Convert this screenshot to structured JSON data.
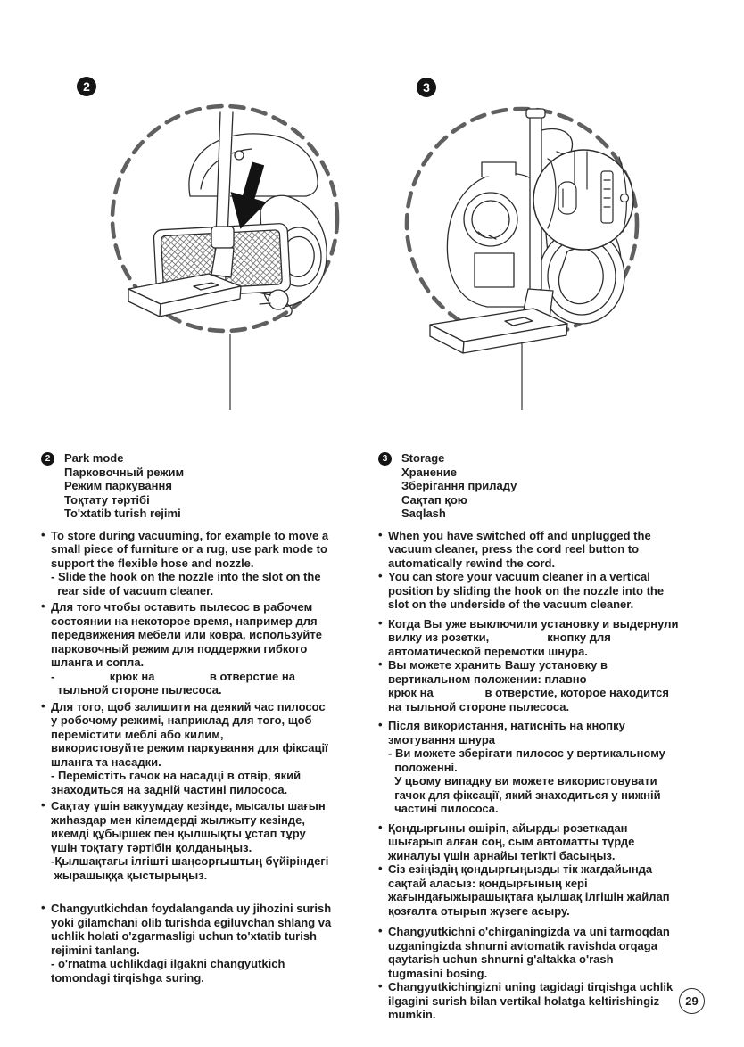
{
  "page_number": "29",
  "bullet_glyph": "•",
  "figure2_badge": "2",
  "figure3_badge": "3",
  "left": {
    "marker": "2",
    "heading": [
      "Park mode",
      "Парковочный режим",
      "Режим паркування",
      "Тоқтату тәртібі",
      "To'xtatib turish rejimi"
    ],
    "bullets": [
      "To store during vacuuming, for example to move a\nsmall piece of furniture or a rug, use park mode to\nsupport the flexible hose and nozzle.\n- Slide the hook on the nozzle into the slot on the\n  rear side of vacuum cleaner.",
      "Для того чтобы оставить пылесос в рабочем\nсостоянии на некоторое время, например для\nпередвижения мебели или ковра, используйте\nпарковочный режим для поддержки гибкого\nшланга и сопла.\n-                 крюк на                 в отверстие на\n  тыльной стороне пылесоса.",
      "Для того, щоб залишити на деякий час пилосос\nу робочому режимі, наприклад для того, щоб\nперемістити меблі або килим,\nвикористовуйте режим паркування для фіксації\nшланга та насадки.\n- Перемістіть гачок на насадці в отвір, який\nзнаходиться на задній частині пилососа.",
      "Сақтау үшін вакуумдау кезінде, мысалы шағын\nжиһаздар мен кілемдерді жылжыту кезінде,\nикемді құбыршек пен қылшықты ұстап тұру\nүшін тоқтату тәртібін қолданыңыз.\n-Қылшақтағы ілгішті шаңсорғыштың бүйіріндегі\n жырашыққа қыстырыңыз.",
      "Changyutkichdan foydalanganda uy jihozini surish\nyoki gilamchani olib turishda egiluvchan shlang va\nuchlik holati o'zgarmasligi uchun to'xtatib turish\nrejimini tanlang.\n- o'rnatma uchlikdagi ilgakni changyutkich\ntomondagi tirqishga suring."
    ]
  },
  "right": {
    "marker": "3",
    "heading": [
      "Storage",
      "Хранение",
      "Зберігання приладу",
      "Сақтап қою",
      "Saqlash"
    ],
    "bullets": [
      "When you have switched off and unplugged the\nvacuum cleaner, press the cord reel button to\nautomatically rewind the cord.",
      "You can store your vacuum cleaner in a vertical\nposition by sliding the hook on the nozzle into the\nslot on the underside of the vacuum cleaner.",
      "Когда Вы уже выключили установку и выдернули\nвилку из розетки,                  кнопку для\nавтоматической перемотки шнура.",
      "Вы можете хранить Вашу установку в\nвертикальном положении: плавно\nкрюк на                в отверстие, которое находится\nна тыльной стороне пылесоса.",
      "Після використання, натисніть на кнопку\nзмотування шнура\n- Ви можете зберігати пилосос у вертикальному\n  положенні.\n  У цьому випадку ви можете використовувати\n  гачок для фіксації, який знаходиться у нижній\n  частині пилососа.",
      "Қондырғыны өшіріп, айырды розеткадан\nшығарып алған соң, сым автоматты түрде\nжиналуы үшін арнайы тетікті басыңыз.",
      "Сіз езіңіздің қондырғыңызды тік жағдайында\nсақтай аласыз: қондырғының кері\nжағындағыжырашықтаға қылшақ ілгішін жайлап\nқозғалта отырып жүзеге асыру.",
      "Changyutkichni o'chirganingizda va uni tarmoqdan\nuzganingizda shnurni avtomatik ravishda orqaga\nqaytarish uchun shnurni g'altakka o'rash\ntugmasini bosing.",
      "Changyutkichingizni uning tagidagi tirqishga uchlik\nilgagini surish bilan vertikal holatga keltirishingiz\nmumkin."
    ]
  }
}
